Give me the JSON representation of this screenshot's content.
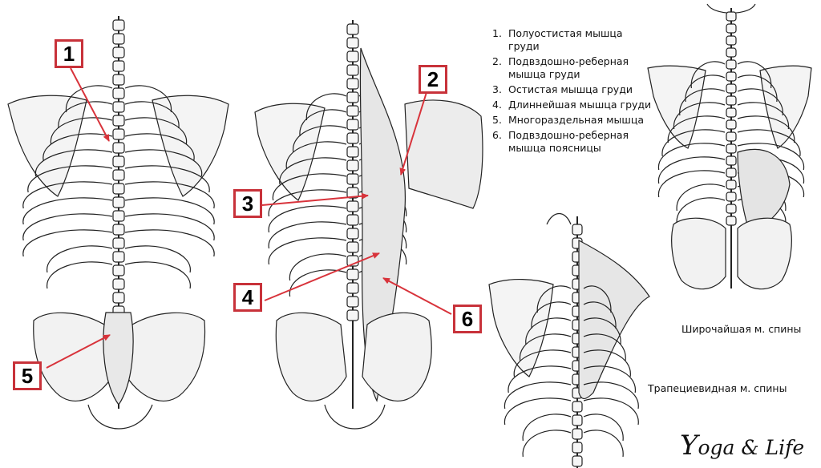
{
  "callouts": [
    {
      "id": "c1",
      "label": "1"
    },
    {
      "id": "c2",
      "label": "2"
    },
    {
      "id": "c3",
      "label": "3"
    },
    {
      "id": "c4",
      "label": "4"
    },
    {
      "id": "c5",
      "label": "5"
    },
    {
      "id": "c6",
      "label": "6"
    }
  ],
  "legend": [
    {
      "num": "1.",
      "text": "Полуостистая мышца груди"
    },
    {
      "num": "2.",
      "text": "Подвздошно-реберная мышца груди"
    },
    {
      "num": "3.",
      "text": "Остистая мышца груди"
    },
    {
      "num": "4.",
      "text": "Длиннейшая мышца груди"
    },
    {
      "num": "5.",
      "text": "Многораздельная мышца"
    },
    {
      "num": "6.",
      "text": "Подвздошно-реберная мышца поясницы"
    }
  ],
  "captions": {
    "latissimus": "Широчайшая м. спины",
    "trapezius": "Трапециевидная м. спины"
  },
  "logo": {
    "Y": "Y",
    "rest": "oga & Life"
  },
  "colors": {
    "callout_border": "#c8323a",
    "arrow": "#d8333b",
    "ink": "#222222"
  }
}
